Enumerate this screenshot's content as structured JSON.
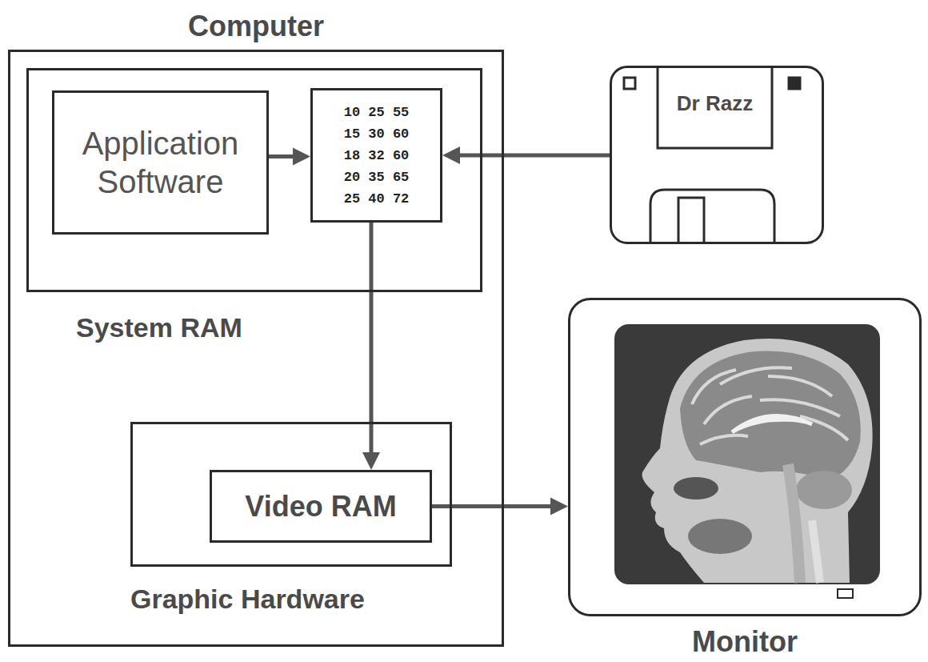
{
  "diagram": {
    "nodes": [
      {
        "text": [
          "Computer"
        ]
      },
      {
        "text": [
          "System RAM"
        ],
        "in": 0
      },
      {
        "text": [
          "Application Software"
        ],
        "in": 1
      },
      {
        "text": [
          "10 25 55",
          "15 30 60",
          "18 32 60",
          "20 35 65",
          "25 40 72"
        ],
        "in": 1
      },
      {
        "text": [
          "Graphic Hardware"
        ],
        "in": 0
      },
      {
        "text": [
          "Video RAM"
        ],
        "in": 4
      },
      {
        "text": [
          "Dr Razz"
        ]
      },
      {
        "text": [
          "Monitor"
        ]
      }
    ],
    "edges": [
      {
        "from": 2,
        "to": 3,
        "arrow": "to"
      },
      {
        "from": 6,
        "to": 3,
        "arrow": "to"
      },
      {
        "from": 3,
        "to": 5,
        "arrow": "to"
      },
      {
        "from": 5,
        "to": 7,
        "arrow": "to"
      }
    ]
  }
}
